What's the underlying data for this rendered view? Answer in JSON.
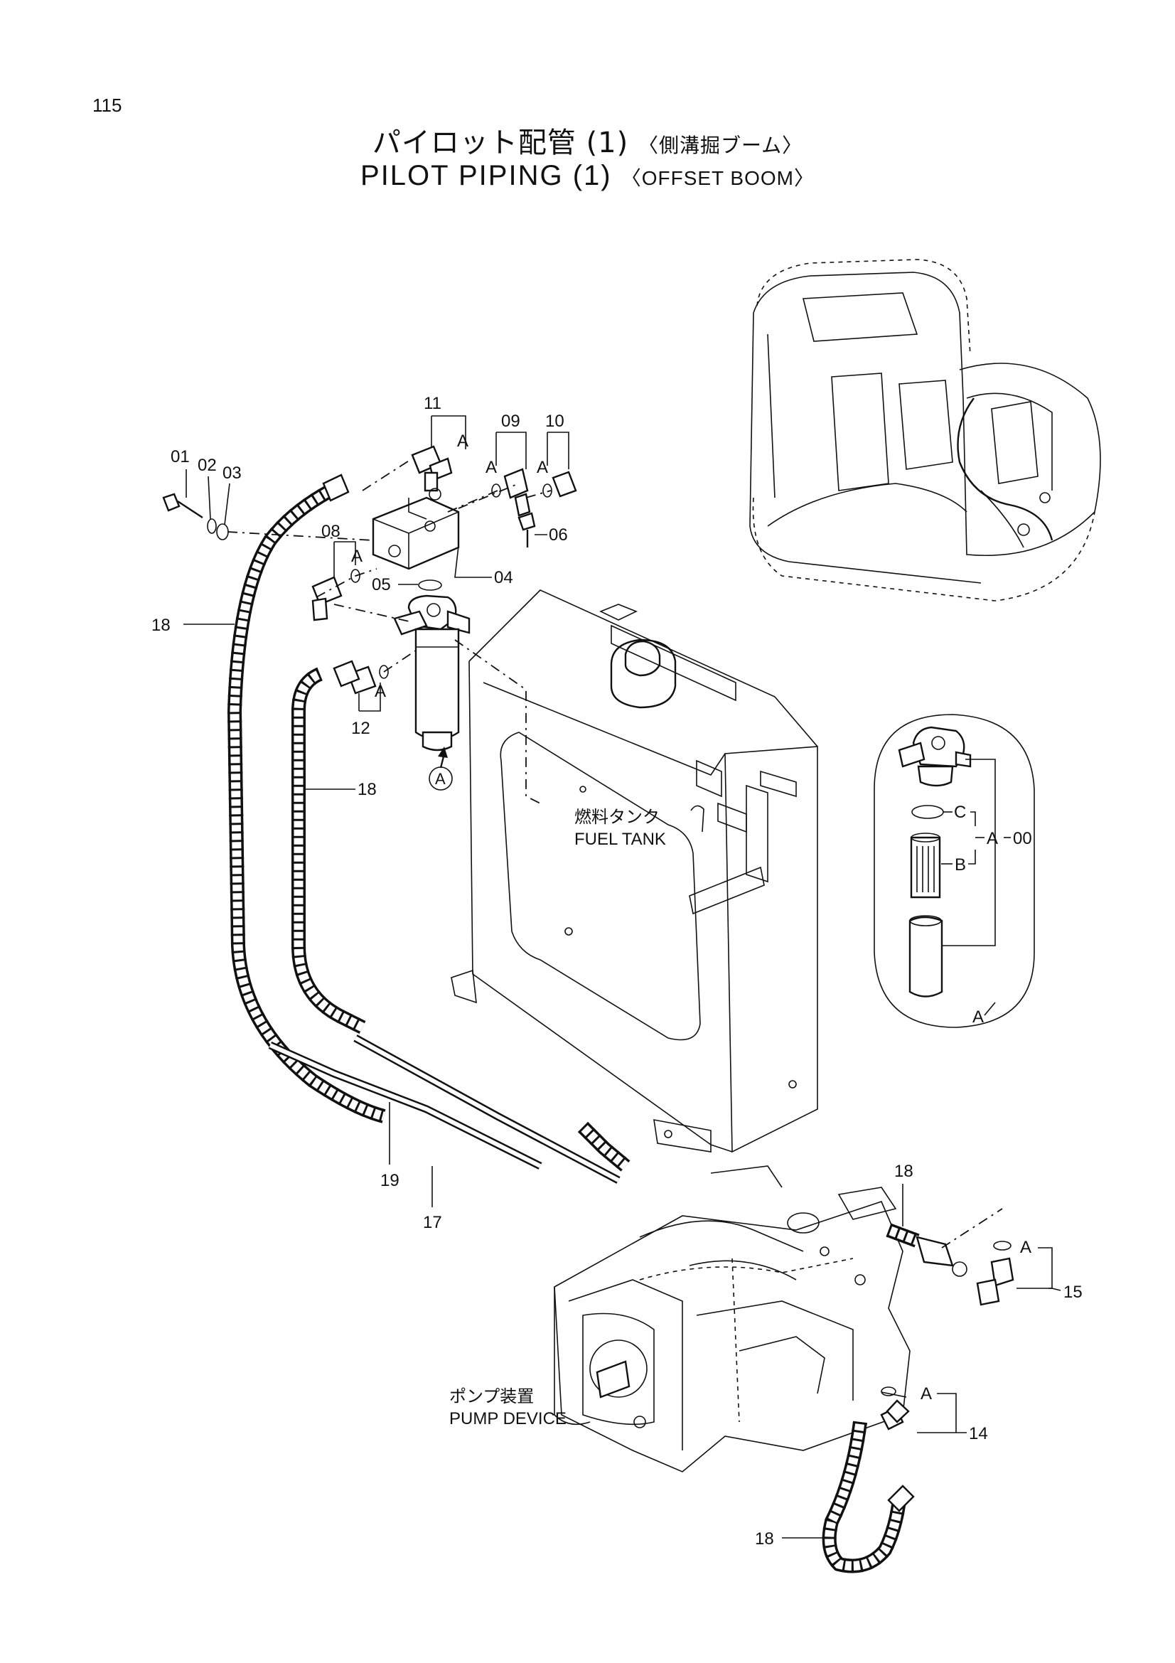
{
  "page": {
    "number": "115"
  },
  "title": {
    "jp_main": "パイロット配管 (1)",
    "jp_sub": "〈側溝掘ブーム〉",
    "en_main": "PILOT PIPING (1)",
    "en_sub": "〈OFFSET BOOM〉"
  },
  "components": {
    "fuel_tank_jp": "燃料タンク",
    "fuel_tank_en": "FUEL TANK",
    "pump_jp": "ポンプ装置",
    "pump_en": "PUMP DEVICE"
  },
  "callouts": {
    "p01": "01",
    "p02": "02",
    "p03": "03",
    "p04": "04",
    "p05": "05",
    "p06": "06",
    "p08": "08",
    "p09": "09",
    "p10": "10",
    "p11": "11",
    "p12": "12",
    "p14": "14",
    "p15": "15",
    "p17": "17",
    "p19": "19",
    "p18_a": "18",
    "p18_b": "18",
    "p18_c": "18",
    "p18_d": "18",
    "a08": "A",
    "a09": "A",
    "a10": "A",
    "a11": "A",
    "a12": "A",
    "a14": "A",
    "a15": "A",
    "circle_a": "A"
  },
  "detail_inset": {
    "label": "A",
    "assembly": "A",
    "assembly_number": "00",
    "part_b": "B",
    "part_c": "C"
  }
}
